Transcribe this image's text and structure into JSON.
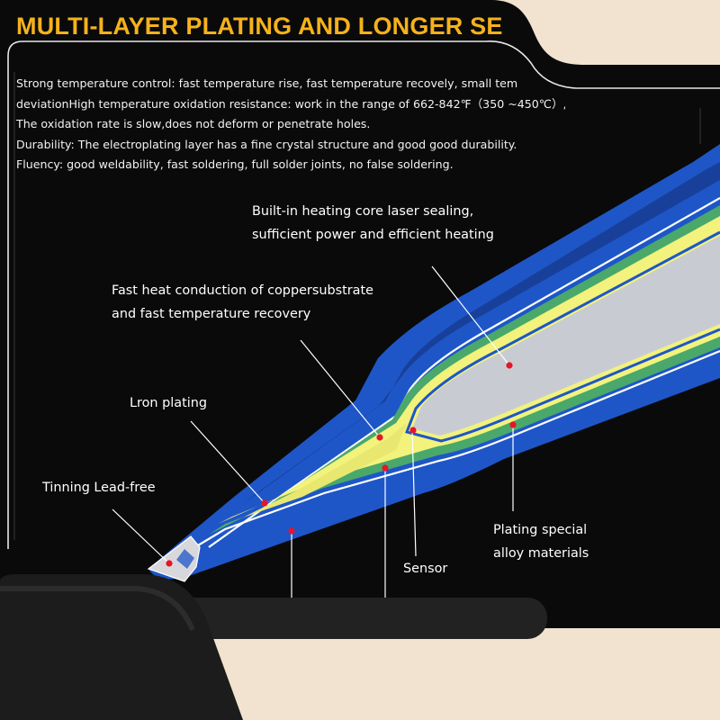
{
  "title": "MULTI-LAYER PLATING AND LONGER SE",
  "description": [
    "Strong temperature control: fast temperature rise, fast temperature recovely, small tem",
    "deviationHigh temperature oxidation resistance: work in the range of 662-842℉（350 ~450℃）,",
    "The oxidation rate is slow,does not deform or penetrate holes.",
    "Durability: The electroplating layer has a fine crystal structure and good good durability.",
    "Fluency: good weldability, fast soldering, full solder joints, no false soldering."
  ],
  "labels": {
    "heating_core": [
      "Built-in heating core laser sealing,",
      "sufficient power and efficient heating"
    ],
    "copper": [
      "Fast heat conduction of coppersubstrate",
      "and fast temperature recovery"
    ],
    "iron": "Lron plating",
    "tinning": "Tinning Lead-free",
    "sensor": "Sensor",
    "alloy": [
      "Plating special",
      "alloy materials"
    ]
  },
  "colors": {
    "background": "#0a0a0a",
    "title": "#f5b21a",
    "blue_layer": "#1e56c8",
    "green_layer": "#4aa86a",
    "yellow_layer": "#f2f27c",
    "core": "#c8ccd2",
    "marker": "#e8142a"
  }
}
